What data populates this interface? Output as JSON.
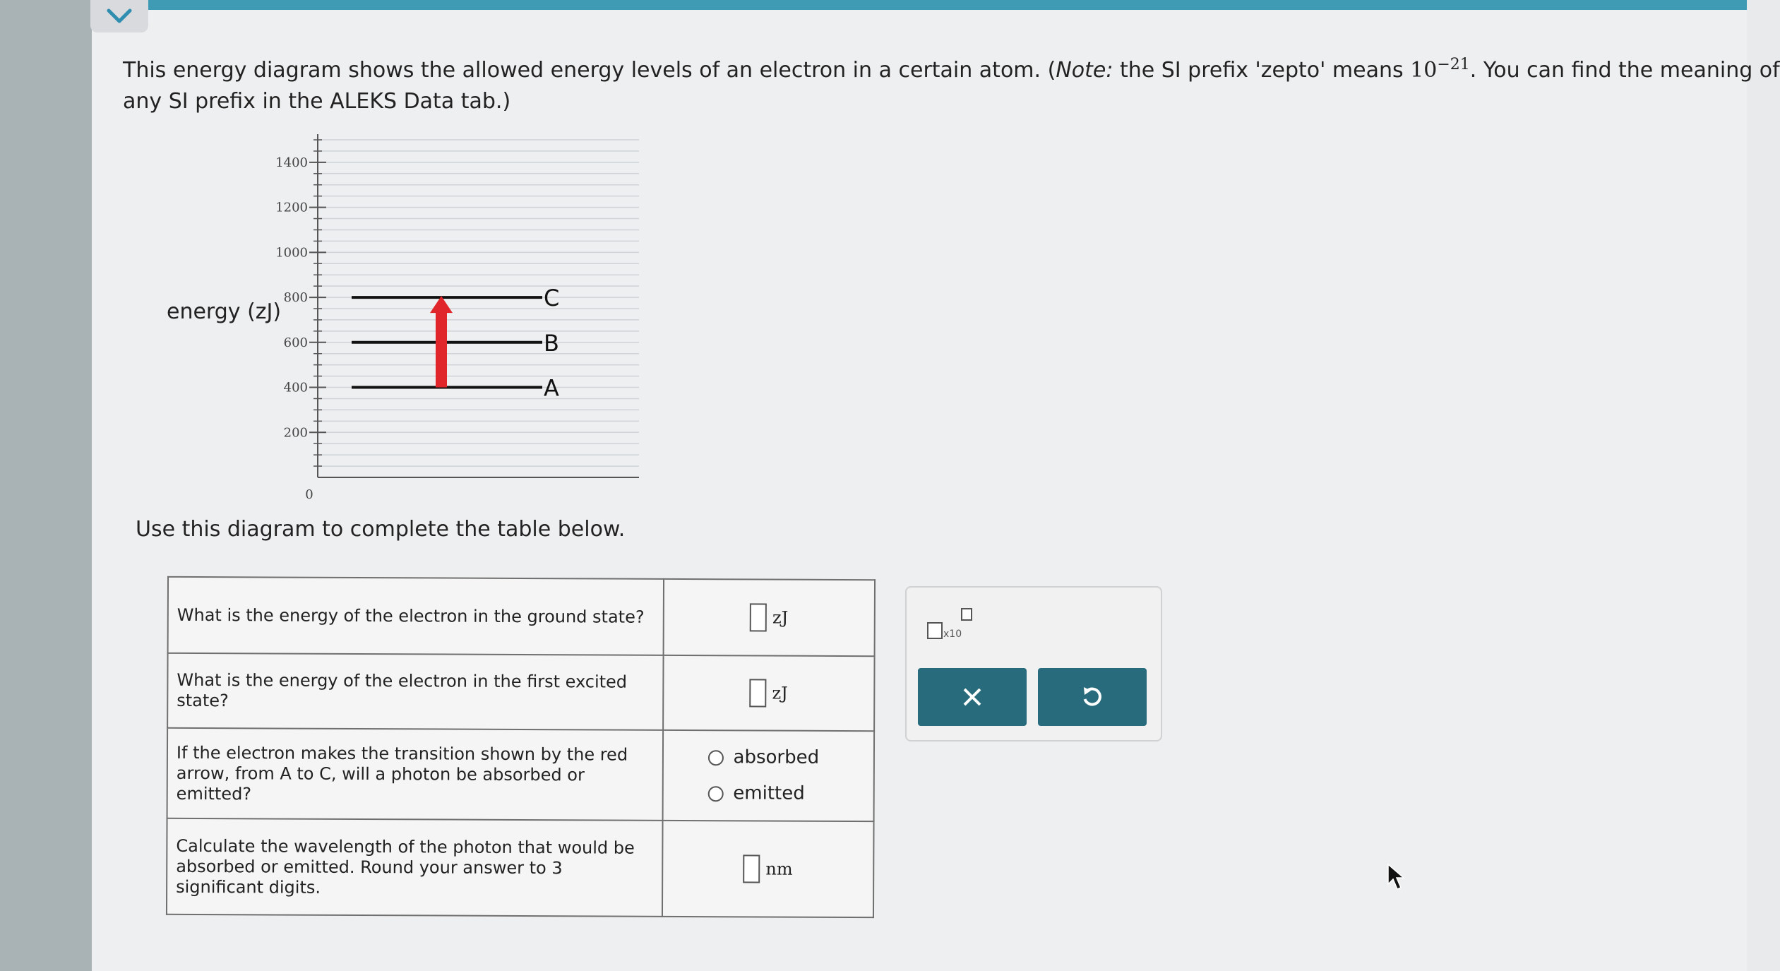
{
  "prompt": {
    "text1": "This energy diagram shows the allowed energy levels of an electron in a certain atom. (",
    "note_label": "Note:",
    "text2": " the SI prefix 'zepto' means ",
    "power_base": "10",
    "power_exp": "−21",
    "text3": ". You can find the meaning of",
    "line2": "any SI prefix in the ALEKS Data tab.)"
  },
  "diagram": {
    "axis_label": "energy (zJ)",
    "tick_labels": [
      "1400",
      "1200",
      "1000",
      "800",
      "600",
      "400",
      "200",
      "0"
    ],
    "levels": [
      {
        "label": "C",
        "energy_zJ": 800
      },
      {
        "label": "B",
        "energy_zJ": 600
      },
      {
        "label": "A",
        "energy_zJ": 400
      }
    ],
    "transition": {
      "from": "A",
      "to": "C",
      "color": "#e0262b"
    },
    "y_range_zJ": [
      0,
      1500
    ]
  },
  "instruction": "Use this diagram to complete the table below.",
  "table": {
    "q1": "What is the energy of the electron in the ground state?",
    "q1_unit": "zJ",
    "q2": "What is the energy of the electron in the first excited state?",
    "q2_unit": "zJ",
    "q3": "If the electron makes the transition shown by the red arrow, from A to C, will a photon be absorbed or emitted?",
    "opt_absorbed": "absorbed",
    "opt_emitted": "emitted",
    "q4": "Calculate the wavelength of the photon that would be absorbed or emitted. Round your answer to 3 significant digits.",
    "q4_unit": "nm"
  },
  "tools": {
    "sci_notation_label": "x10",
    "clear_icon": "close-icon",
    "undo_icon": "undo-icon"
  },
  "colors": {
    "accent": "#276b7c",
    "top_bar": "#3f9ab3",
    "arrow": "#e0262b"
  }
}
